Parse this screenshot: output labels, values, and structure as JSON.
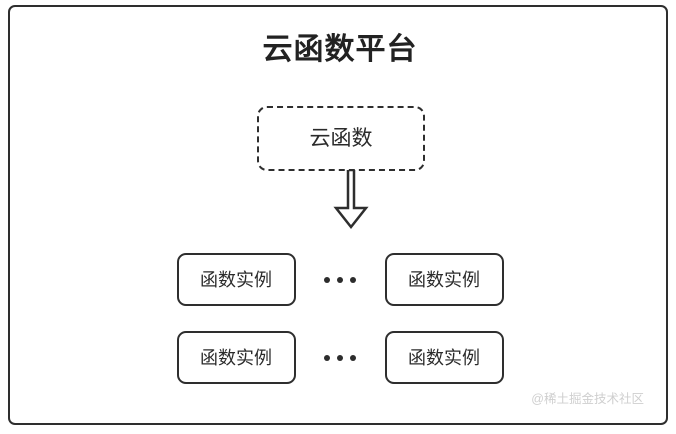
{
  "diagram": {
    "type": "architecture-block-diagram",
    "background_color": "#ffffff",
    "stroke_color": "#2e2e2e",
    "text_color": "#2b2b2b",
    "watermark_color": "#cfcfcf",
    "platform": {
      "title": "云函数平台",
      "border_style": "solid"
    },
    "cloud_function": {
      "label": "云函数",
      "border_style": "dashed"
    },
    "arrow": {
      "name": "down-block-arrow",
      "direction": "down",
      "style": "outlined"
    },
    "instance_rows": [
      {
        "left": {
          "label": "函数实例"
        },
        "separator": "...",
        "right": {
          "label": "函数实例"
        }
      },
      {
        "left": {
          "label": "函数实例"
        },
        "separator": "...",
        "right": {
          "label": "函数实例"
        }
      }
    ],
    "watermark": "@稀土掘金技术社区"
  }
}
